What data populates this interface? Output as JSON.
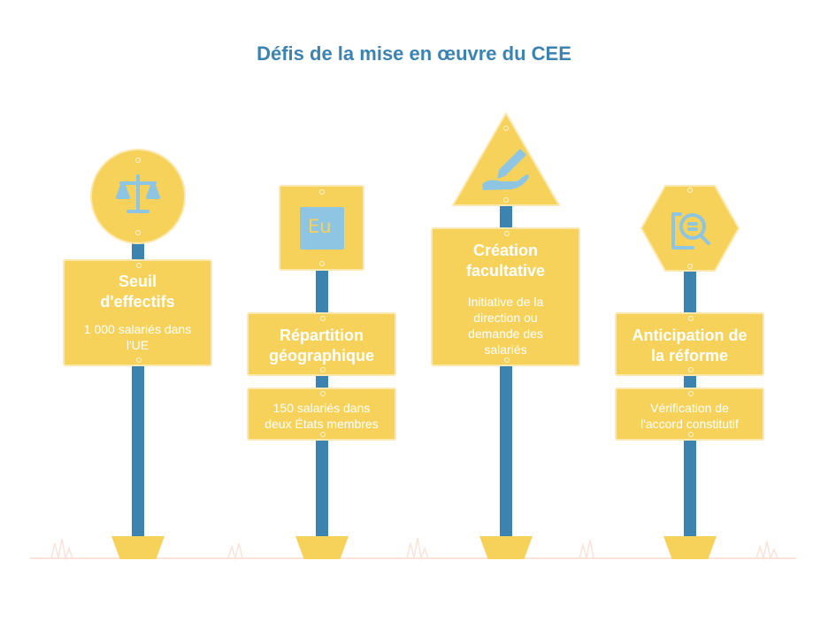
{
  "title": "Défis de la mise en œuvre du CEE",
  "colors": {
    "pole": "#3b83b1",
    "sign": "#f6d25a",
    "icon": "#8ec5e3",
    "title": "#3b83b1",
    "grass": "#fbe3da"
  },
  "signs": [
    {
      "icon": "scale-icon",
      "heading": "Seuil\nd'effectifs",
      "detail": "1 000 salariés dans\nl'UE"
    },
    {
      "icon": "eu-flag-icon",
      "icon_text": "Eu",
      "heading": "Répartition\ngéographique",
      "detail": "150 salariés dans\ndeux États membres"
    },
    {
      "icon": "hand-pen-icon",
      "heading": "Création\nfacultative",
      "detail": "Initiative de la\ndirection ou\ndemande des\nsalariés"
    },
    {
      "icon": "search-document-icon",
      "heading": "Anticipation de\nla réforme",
      "detail": "Vérification de\nl'accord constitutif"
    }
  ]
}
